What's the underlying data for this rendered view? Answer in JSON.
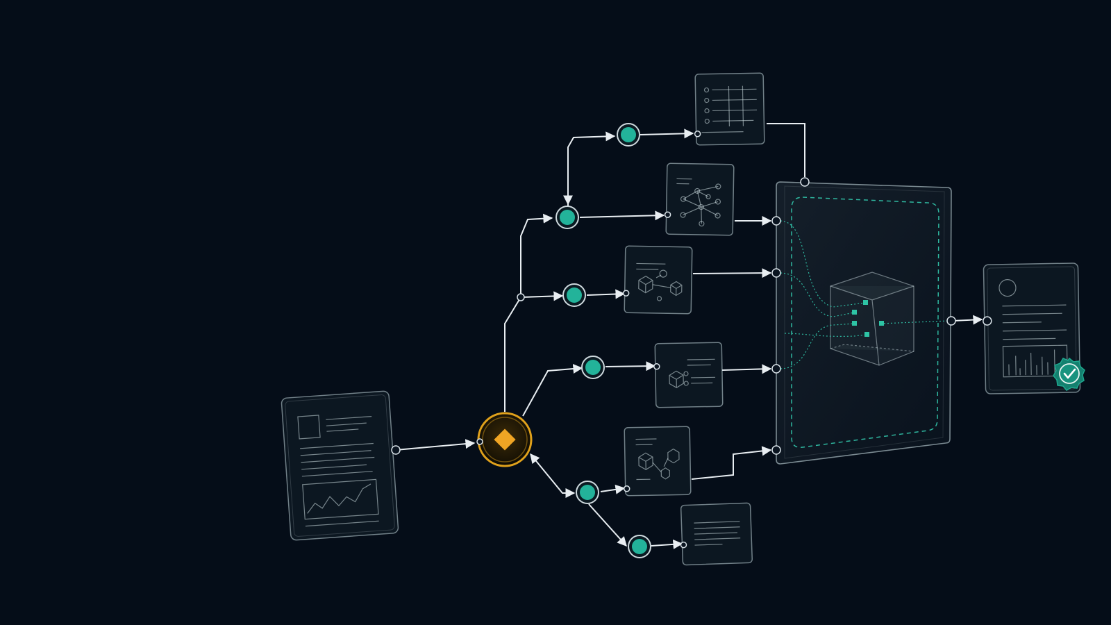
{
  "diagram": {
    "nodes": [
      {
        "id": "source-document",
        "kind": "document"
      },
      {
        "id": "router",
        "kind": "decision"
      },
      {
        "id": "step-1",
        "kind": "process"
      },
      {
        "id": "step-2",
        "kind": "process"
      },
      {
        "id": "step-3",
        "kind": "process"
      },
      {
        "id": "step-4",
        "kind": "process"
      },
      {
        "id": "step-5",
        "kind": "process"
      },
      {
        "id": "step-6",
        "kind": "process"
      },
      {
        "id": "step-7",
        "kind": "process"
      },
      {
        "id": "aggregator",
        "kind": "container"
      },
      {
        "id": "output-document",
        "kind": "document"
      }
    ],
    "edges": [
      [
        "source-document",
        "router"
      ],
      [
        "router",
        "step-1"
      ],
      [
        "router",
        "step-2"
      ],
      [
        "router",
        "step-3"
      ],
      [
        "router",
        "step-4"
      ],
      [
        "router",
        "step-5"
      ],
      [
        "router",
        "step-6"
      ],
      [
        "router",
        "step-7"
      ],
      [
        "step-1",
        "aggregator"
      ],
      [
        "step-2",
        "aggregator"
      ],
      [
        "step-3",
        "aggregator"
      ],
      [
        "step-4",
        "aggregator"
      ],
      [
        "step-5",
        "aggregator"
      ],
      [
        "aggregator",
        "output-document"
      ]
    ],
    "icons": {
      "router": "diamond-icon",
      "output_badge": "checkmark-badge-icon",
      "aggregator_core": "cube-icon"
    },
    "colors": {
      "background": "#050d18",
      "accent_teal": "#23b39a",
      "accent_gold": "#e0a11b",
      "connector": "#e9eef2"
    }
  }
}
